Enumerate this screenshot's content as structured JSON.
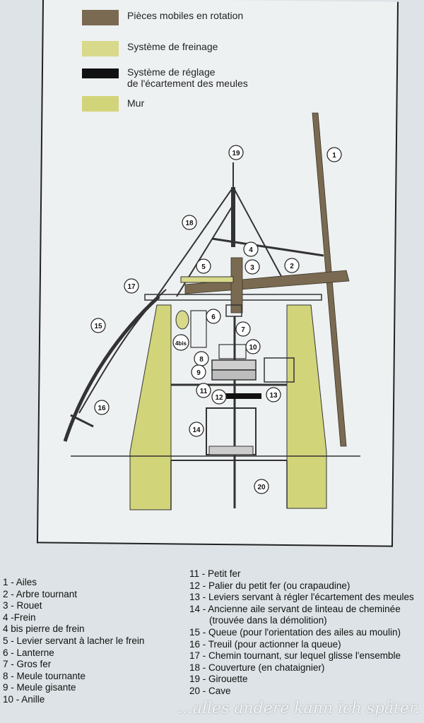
{
  "legend": [
    {
      "label": "Pièces mobiles en rotation",
      "color": "#7a6a52"
    },
    {
      "label": "Système de freinage",
      "color": "#d8d98a"
    },
    {
      "label": "Système de réglage\nde l'écartement des meules",
      "color": "#111111"
    },
    {
      "label": "Mur",
      "color": "#d2d47a"
    }
  ],
  "colors": {
    "rotating": "#7a6a52",
    "brake": "#d8d98a",
    "adjust": "#111111",
    "wall": "#d2d47a",
    "line": "#333333"
  },
  "callouts": [
    "1",
    "2",
    "3",
    "4",
    "4bis",
    "5",
    "6",
    "7",
    "8",
    "9",
    "10",
    "11",
    "12",
    "13",
    "14",
    "15",
    "16",
    "17",
    "18",
    "19",
    "20"
  ],
  "parts_left": [
    "1 - Ailes",
    "2 - Arbre tournant",
    "3 - Rouet",
    "4 -Frein",
    "4 bis pierre de frein",
    "5 - Levier servant à lacher le frein",
    "6 - Lanterne",
    "7 - Gros fer",
    "8 - Meule tournante",
    "9 - Meule gisante",
    "10 - Anille"
  ],
  "parts_right": [
    "11 - Petit fer",
    "12 - Palier du petit fer (ou crapaudine)",
    "13 - Leviers servant à régler l'écartement des meules",
    "14 - Ancienne aile servant de linteau de cheminée (trouvée dans la démolition)",
    "15 - Queue (pour l'orientation des ailes au moulin)",
    "16 - Treuil (pour actionner la queue)",
    "17 - Chemin tournant, sur lequel glisse l'ensemble",
    "18 - Couverture (en chataignier)",
    "19 - Girouette",
    "20 - Cave"
  ],
  "watermark": "…alles andere kann ich später."
}
